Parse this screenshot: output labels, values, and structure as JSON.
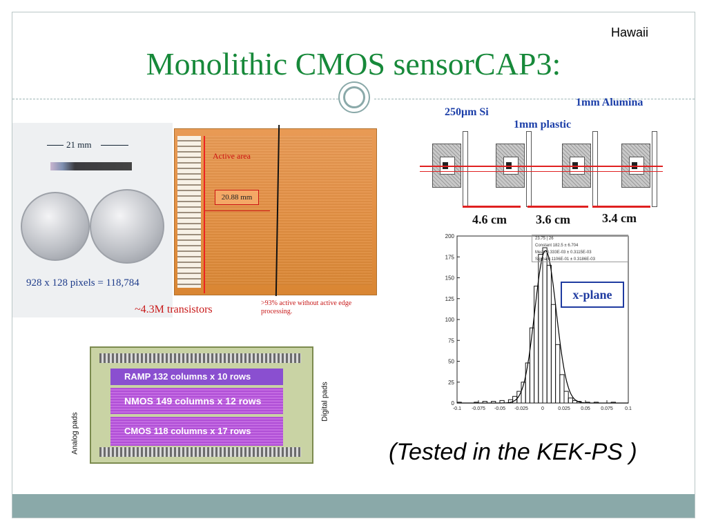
{
  "header": {
    "author": "Hawaii",
    "title": "Monolithic CMOS sensorCAP3:"
  },
  "coins_photo": {
    "dimension": "21 mm",
    "pixels": "928 x 128 pixels = 118,784"
  },
  "chip_photo": {
    "active_label": "Active area",
    "width_label": "20.88 mm",
    "transistors": "~4.3M transistors",
    "active_note": ">93% active without active edge processing."
  },
  "beam_setup": {
    "labels": {
      "si": "250μm Si",
      "plastic": "1mm plastic",
      "alumina": "1mm Alumina"
    },
    "distances": [
      "4.6 cm",
      "3.6 cm",
      "3.4 cm"
    ],
    "colors": {
      "beam": "#e02020",
      "label": "#1b3ea8"
    }
  },
  "chart_data": {
    "type": "bar",
    "xlim": [
      -0.1,
      0.1
    ],
    "ylim": [
      0,
      200
    ],
    "x_ticks": [
      "-0.1",
      "-0.075",
      "-0.05",
      "-0.025",
      "0",
      "0.025",
      "0.05",
      "0.075",
      "0.1"
    ],
    "y_ticks": [
      "0",
      "25",
      "50",
      "75",
      "100",
      "125",
      "150",
      "175",
      "200"
    ],
    "annotation": "x-plane",
    "stats": {
      "line1": "23.75   |   26",
      "line2": "Constant   182.5   ±   6.704",
      "line3": "Mean   8.333E-03   ±   0.3115E-03",
      "line4": "Sigma   0.1106E-01   ±   0.3186E-03"
    },
    "bins": [
      -0.1,
      -0.09,
      -0.08,
      -0.07,
      -0.06,
      -0.05,
      -0.04,
      -0.035,
      -0.03,
      -0.025,
      -0.02,
      -0.015,
      -0.01,
      -0.005,
      0,
      0.005,
      0.01,
      0.015,
      0.02,
      0.025,
      0.03,
      0.035,
      0.04,
      0.05,
      0.06,
      0.07,
      0.08,
      0.09
    ],
    "values": [
      1,
      0,
      1,
      2,
      2,
      3,
      4,
      8,
      14,
      25,
      48,
      90,
      140,
      178,
      186,
      165,
      118,
      70,
      34,
      14,
      6,
      3,
      2,
      1,
      1,
      0,
      1,
      0
    ]
  },
  "readout_chip": {
    "ramp": "RAMP 132 columns x 10 rows",
    "nmos": "NMOS 149 columns x 12 rows",
    "cmos": "CMOS 118 columns x 17 rows",
    "analog": "Analog pads",
    "digital": "Digital pads"
  },
  "caption": "(Tested in the  KEK-PS )"
}
